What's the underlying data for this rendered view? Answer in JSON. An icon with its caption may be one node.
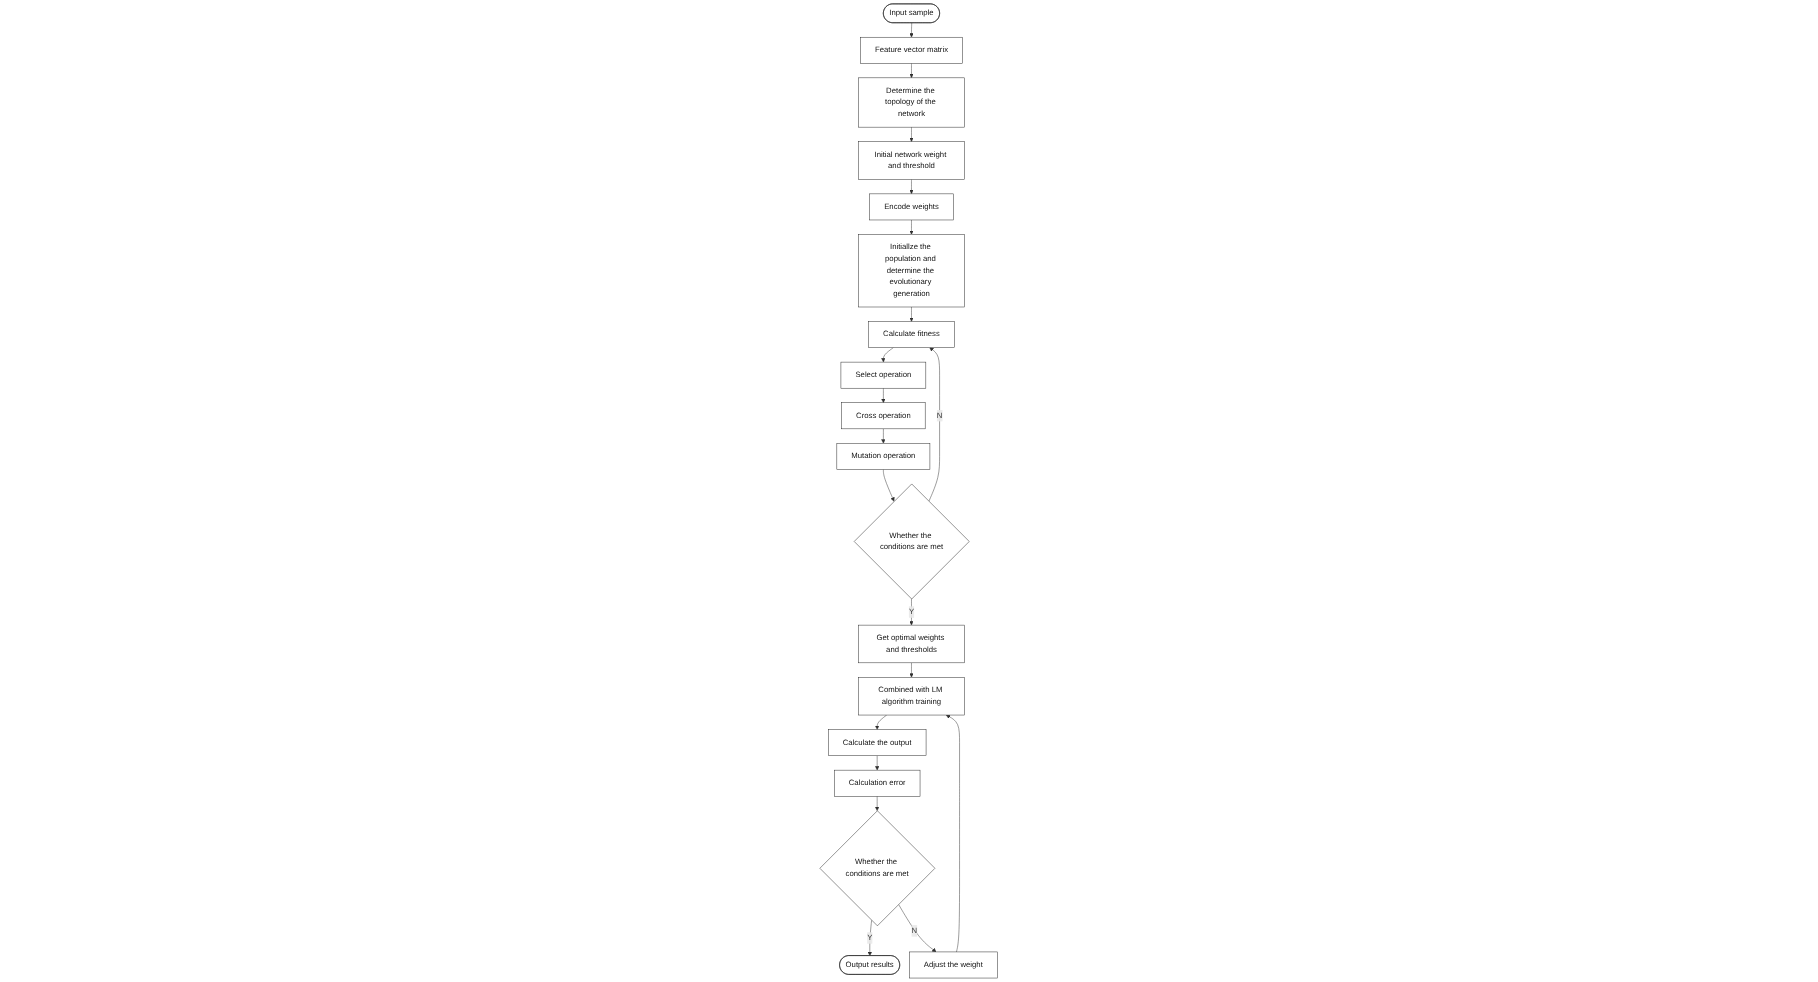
{
  "diagram": {
    "nodes": [
      {
        "text": [
          "Input sample"
        ]
      },
      {
        "text": [
          "Feature vector matrix"
        ]
      },
      {
        "text": [
          "Determine the topology of the network"
        ]
      },
      {
        "text": [
          "Initial network weight and threshold"
        ]
      },
      {
        "text": [
          "Encode weights"
        ]
      },
      {
        "text": [
          "Initiallze the population and determine the evolutionary generation"
        ]
      },
      {
        "text": [
          "Calculate fitness"
        ]
      },
      {
        "text": [
          "Select operation"
        ]
      },
      {
        "text": [
          "Cross operation"
        ]
      },
      {
        "text": [
          "Mutation operation"
        ]
      },
      {
        "text": [
          "Whether the conditions are met"
        ]
      },
      {
        "text": [
          "Get optimal weights and thresholds"
        ]
      },
      {
        "text": [
          "Combined with LM algorithm training"
        ]
      },
      {
        "text": [
          "Calculate the output"
        ]
      },
      {
        "text": [
          "Calculation error"
        ]
      },
      {
        "text": [
          "Whether the conditions are met"
        ]
      },
      {
        "text": [
          "Output results"
        ]
      },
      {
        "text": [
          "Adjust the weight"
        ]
      }
    ],
    "edges": [
      {
        "from": 0,
        "to": 1,
        "arrow": "to"
      },
      {
        "from": 1,
        "to": 2,
        "arrow": "to"
      },
      {
        "from": 2,
        "to": 3,
        "arrow": "to"
      },
      {
        "from": 3,
        "to": 4,
        "arrow": "to"
      },
      {
        "from": 4,
        "to": 5,
        "arrow": "to"
      },
      {
        "from": 5,
        "to": 6,
        "arrow": "to"
      },
      {
        "from": 6,
        "to": 7,
        "arrow": "to"
      },
      {
        "from": 7,
        "to": 8,
        "arrow": "to"
      },
      {
        "from": 8,
        "to": 9,
        "arrow": "to"
      },
      {
        "from": 9,
        "to": 10,
        "arrow": "to"
      },
      {
        "from": 10,
        "to": 6,
        "arrow": "to",
        "label": "N"
      },
      {
        "from": 10,
        "to": 11,
        "arrow": "to",
        "label": "Y"
      },
      {
        "from": 11,
        "to": 12,
        "arrow": "to"
      },
      {
        "from": 12,
        "to": 13,
        "arrow": "to"
      },
      {
        "from": 13,
        "to": 14,
        "arrow": "to"
      },
      {
        "from": 14,
        "to": 15,
        "arrow": "to"
      },
      {
        "from": 15,
        "to": 16,
        "arrow": "to",
        "label": "Y"
      },
      {
        "from": 15,
        "to": 17,
        "arrow": "to",
        "label": "N"
      },
      {
        "from": 17,
        "to": 12,
        "arrow": "to"
      }
    ]
  }
}
